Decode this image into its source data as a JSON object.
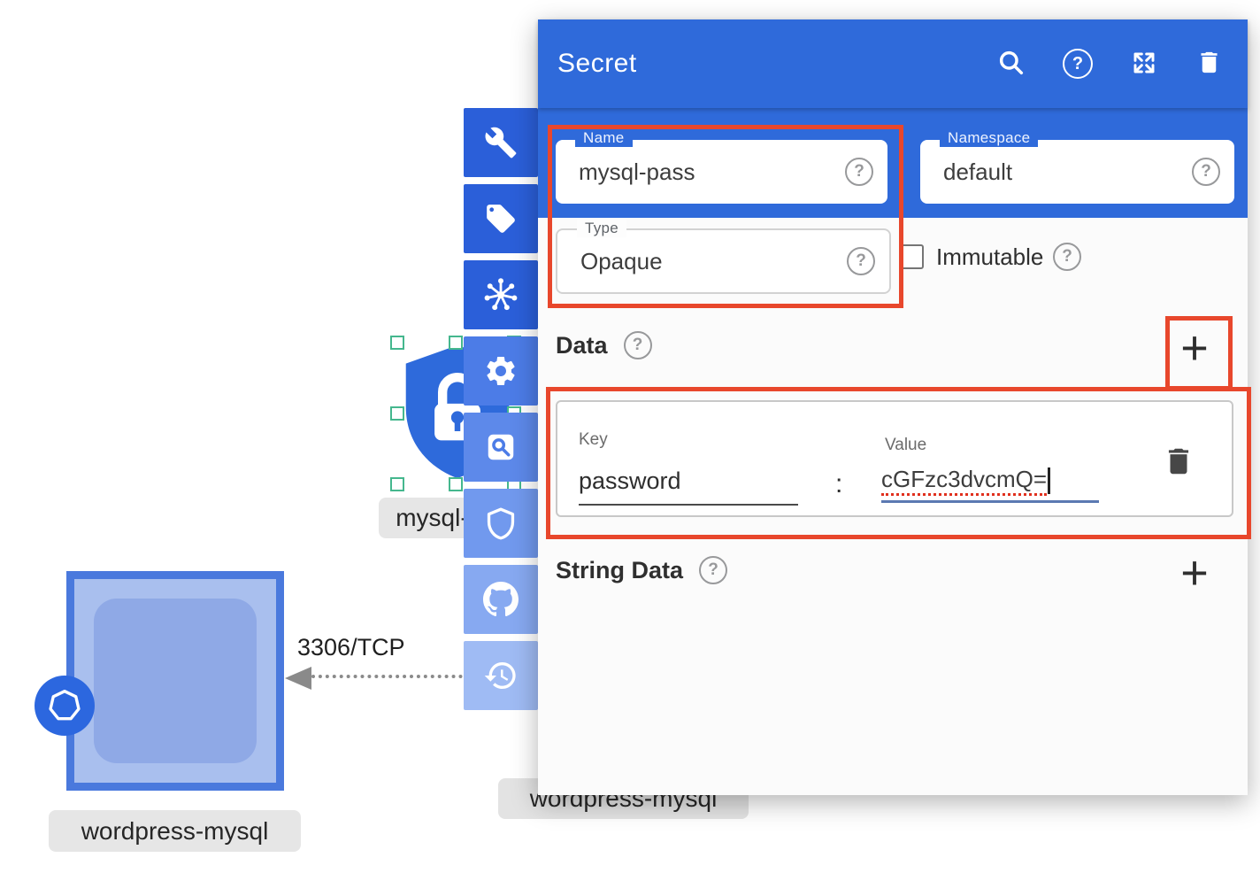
{
  "colors": {
    "primary_blue": "#2f6ada",
    "highlight_red": "#e8472c"
  },
  "panel": {
    "title": "Secret",
    "help_glyph": "?",
    "name_field": {
      "label": "Name",
      "value": "mysql-pass"
    },
    "namespace_field": {
      "label": "Namespace",
      "value": "default"
    },
    "type_field": {
      "label": "Type",
      "value": "Opaque"
    },
    "immutable": {
      "label": "Immutable",
      "checked": false
    },
    "data_section": {
      "heading": "Data",
      "add_label": "+",
      "row": {
        "key_label": "Key",
        "key_value": "password",
        "separator": ":",
        "value_label": "Value",
        "value_value": "cGFzc3dvcmQ="
      }
    },
    "string_data_section": {
      "heading": "String Data",
      "add_label": "+"
    }
  },
  "toolbar": {
    "items": [
      "wrench",
      "tag",
      "kubernetes",
      "settings",
      "doc-search",
      "shield",
      "github",
      "history"
    ]
  },
  "diagram": {
    "secret_node_label": "mysql-pass",
    "workload_node_label": "wordpress-mysql",
    "occluded_node_label": "wordpress-mysql",
    "edge_label": "3306/TCP"
  }
}
